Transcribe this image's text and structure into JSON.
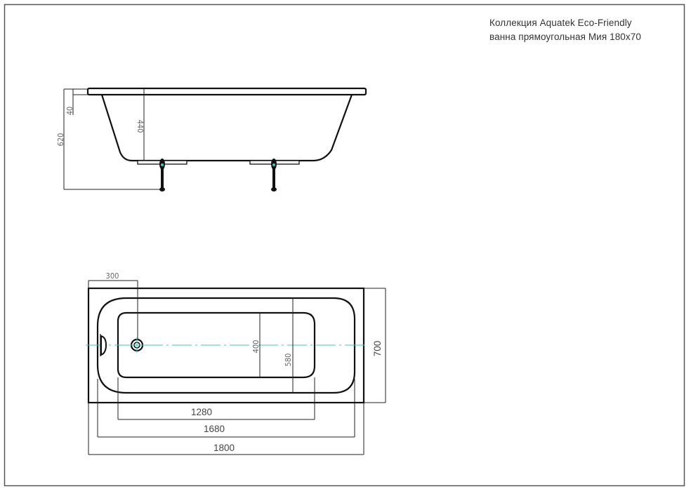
{
  "title": {
    "line1": "Коллекция Aquatek Eco-Friendly",
    "line2": "ванна прямоугольная  Мия 180x70"
  },
  "side_view": {
    "dimensions": {
      "rim_height": "40",
      "total_height": "620",
      "bowl_depth": "440"
    }
  },
  "top_view": {
    "dimensions": {
      "drain_offset": "300",
      "width": "700",
      "inner_width": "580",
      "bottom_width": "400",
      "bottom_length": "1280",
      "inner_length": "1680",
      "length": "1800"
    }
  },
  "colors": {
    "line": "#111111",
    "dimension_line": "#222222",
    "centerline": "#3cc8c0",
    "frame": "#555555",
    "text": "#444444"
  }
}
